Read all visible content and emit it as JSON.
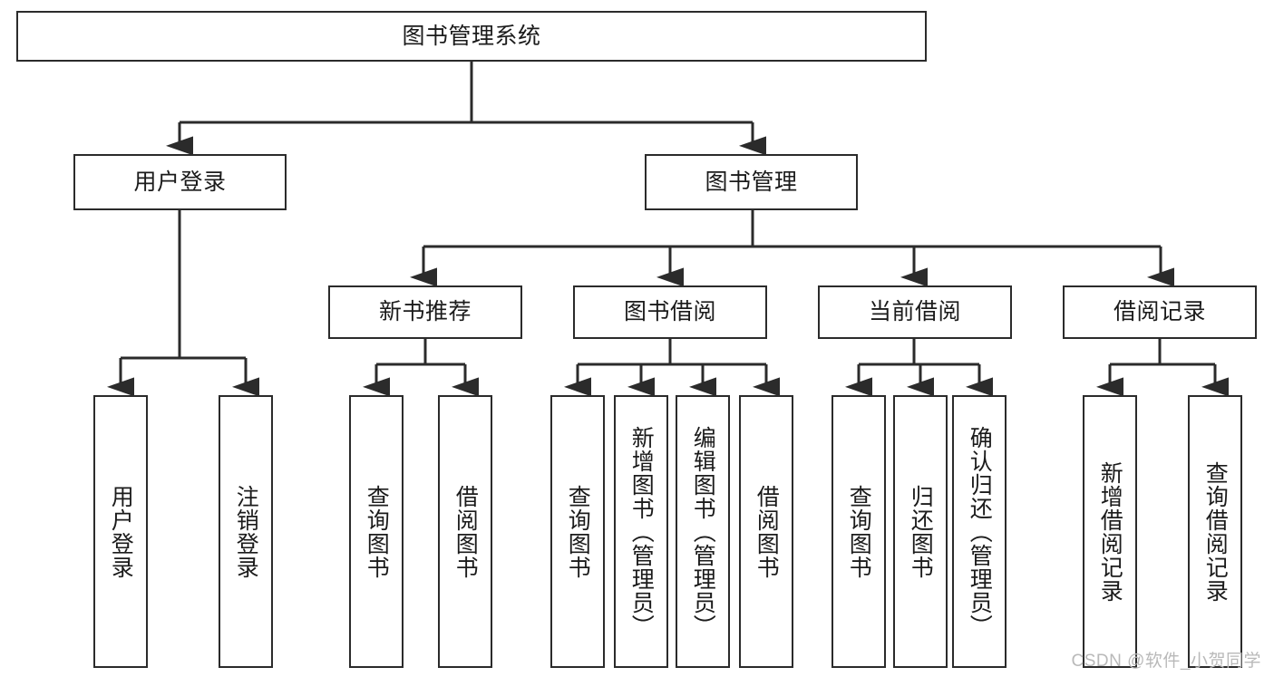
{
  "diagram": {
    "title": "图书管理系统",
    "stroke_color": "#2b2b2b",
    "fill_color": "#ffffff",
    "text_color": "#1b1b1b",
    "root": {
      "label": "图书管理系统"
    },
    "level2": [
      {
        "label": "用户登录"
      },
      {
        "label": "图书管理"
      }
    ],
    "level3": [
      {
        "label": "新书推荐"
      },
      {
        "label": "图书借阅"
      },
      {
        "label": "当前借阅"
      },
      {
        "label": "借阅记录"
      }
    ],
    "leaves": {
      "user_login": [
        {
          "label": "用户登录"
        },
        {
          "label": "注销登录"
        }
      ],
      "new_book_recommend": [
        {
          "label": "查询图书"
        },
        {
          "label": "借阅图书"
        }
      ],
      "book_borrow": [
        {
          "label": "查询图书"
        },
        {
          "label": "新增图书（管理员）"
        },
        {
          "label": "编辑图书（管理员）"
        },
        {
          "label": "借阅图书"
        }
      ],
      "current_borrow": [
        {
          "label": "查询图书"
        },
        {
          "label": "归还图书"
        },
        {
          "label": "确认归还（管理员）"
        }
      ],
      "borrow_record": [
        {
          "label": "新增借阅记录"
        },
        {
          "label": "查询借阅记录"
        }
      ]
    }
  },
  "watermark": {
    "text": "CSDN @软件_小贺同学"
  }
}
